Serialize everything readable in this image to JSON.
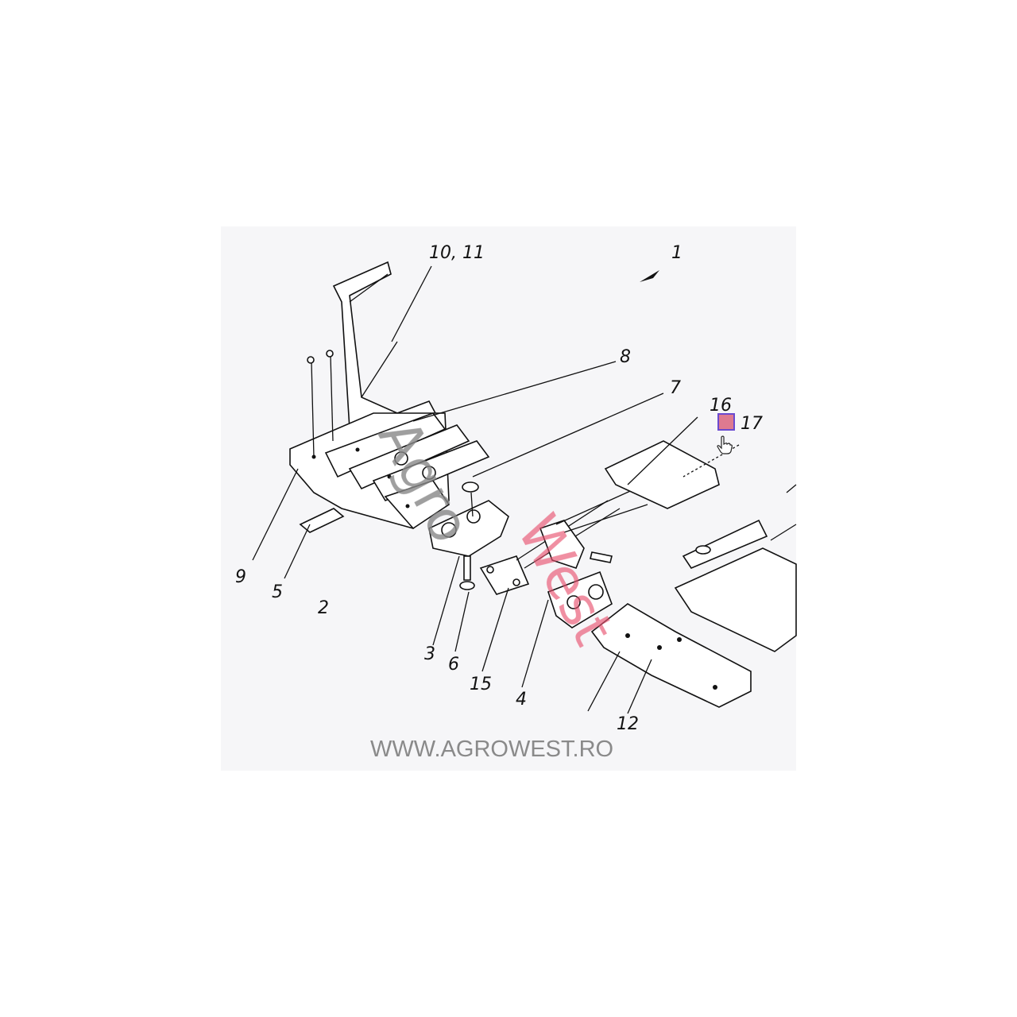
{
  "diagram": {
    "part_labels": {
      "p10_11": "10, 11",
      "p1": "1",
      "p8": "8",
      "p7": "7",
      "p16": "16",
      "p17": "17",
      "p9": "9",
      "p5": "5",
      "p2": "2",
      "p3": "3",
      "p6": "6",
      "p15": "15",
      "p4": "4",
      "p12": "12"
    },
    "watermark_logo": "AgroWest",
    "watermark_url": "WWW.AGROWEST.RO",
    "hotspot_target": "17",
    "colors": {
      "panel": "#f6f6f8",
      "hotspot": "#d6506e",
      "hotspot_border": "#6a4ad0",
      "watermark_gray": "#888888",
      "watermark_green": "#3cb46e",
      "watermark_red": "#e8506e"
    }
  }
}
